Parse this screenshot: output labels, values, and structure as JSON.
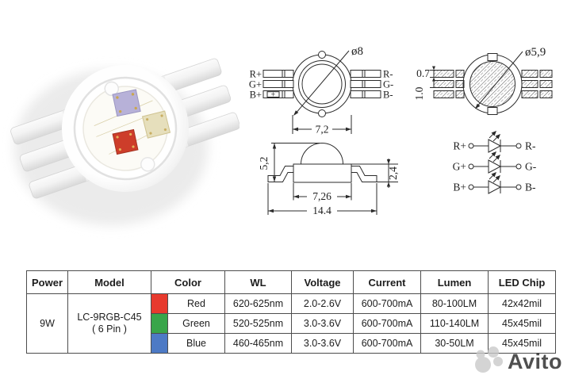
{
  "page": {
    "background": "#ffffff"
  },
  "photo": {
    "chips": [
      {
        "name": "blue-die",
        "color": "#b7b1d8"
      },
      {
        "name": "red-die",
        "color": "#cd3d2a"
      },
      {
        "name": "green-die",
        "color": "#e6dfbc"
      }
    ]
  },
  "drawings": {
    "top_view": {
      "diameter_label": "ø8",
      "width_label": "7,2",
      "pins_left": [
        "R+",
        "G+",
        "B+"
      ],
      "pins_right": [
        "R-",
        "G-",
        "B-"
      ],
      "polarity_mark": "+"
    },
    "die_view": {
      "diameter_label": "ø5,9",
      "pin_thickness_label": "0.7",
      "pin_pitch_label": "1.0"
    },
    "side_view": {
      "overall_height_label": "5,2",
      "body_height_label": "2,4",
      "body_width_label": "7,26",
      "overall_width_label": "14.4"
    },
    "circuit": {
      "rows": [
        {
          "pos": "R+",
          "neg": "R-"
        },
        {
          "pos": "G+",
          "neg": "G-"
        },
        {
          "pos": "B+",
          "neg": "B-"
        }
      ]
    }
  },
  "table": {
    "headers": [
      "Power",
      "Model",
      "Color",
      "WL",
      "Voltage",
      "Current",
      "Lumen",
      "LED Chip"
    ],
    "power": "9W",
    "model_line1": "LC-9RGB-C45",
    "model_line2": "( 6 Pin )",
    "rows": [
      {
        "color_name": "Red",
        "swatch": "#e73a2e",
        "wl": "620-625nm",
        "voltage": "2.0-2.6V",
        "current": "600-700mA",
        "lumen": "80-100LM",
        "led_chip": "42x42mil"
      },
      {
        "color_name": "Green",
        "swatch": "#39a54a",
        "wl": "520-525nm",
        "voltage": "3.0-3.6V",
        "current": "600-700mA",
        "lumen": "110-140LM",
        "led_chip": "45x45mil"
      },
      {
        "color_name": "Blue",
        "swatch": "#4d7ac5",
        "wl": "460-465nm",
        "voltage": "3.0-3.6V",
        "current": "600-700mA",
        "lumen": "30-50LM",
        "led_chip": "45x45mil"
      }
    ]
  },
  "watermark": {
    "text": "Avito",
    "color": "#c8c8c8"
  }
}
